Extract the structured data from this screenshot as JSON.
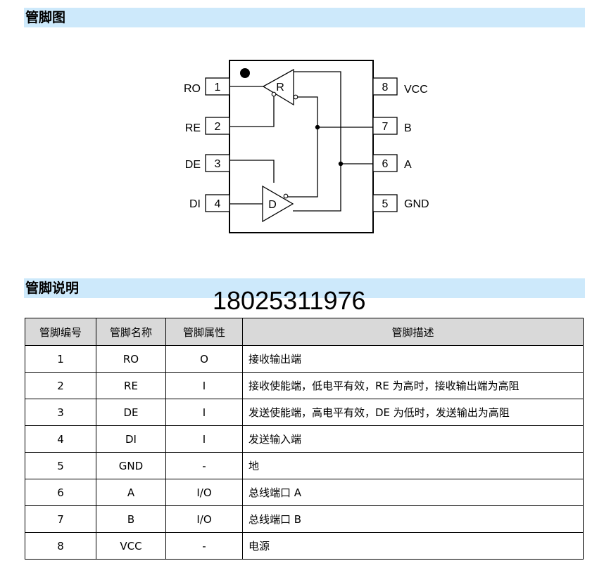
{
  "sections": {
    "pinout_title": "管脚图",
    "description_title": "管脚说明"
  },
  "phone": "18025311976",
  "diagram": {
    "left_pins": [
      {
        "num": "1",
        "name": "RO"
      },
      {
        "num": "2",
        "name": "RE"
      },
      {
        "num": "3",
        "name": "DE"
      },
      {
        "num": "4",
        "name": "DI"
      }
    ],
    "right_pins": [
      {
        "num": "8",
        "name": "VCC"
      },
      {
        "num": "7",
        "name": "B"
      },
      {
        "num": "6",
        "name": "A"
      },
      {
        "num": "5",
        "name": "GND"
      }
    ],
    "receiver_label": "R",
    "driver_label": "D"
  },
  "table": {
    "headers": [
      "管脚编号",
      "管脚名称",
      "管脚属性",
      "管脚描述"
    ],
    "rows": [
      [
        "1",
        "RO",
        "O",
        "接收输出端"
      ],
      [
        "2",
        "RE",
        "I",
        "接收使能端，低电平有效，RE 为高时，接收输出端为高阻"
      ],
      [
        "3",
        "DE",
        "I",
        "发送使能端，高电平有效，DE 为低时，发送输出为高阻"
      ],
      [
        "4",
        "DI",
        "I",
        "发送输入端"
      ],
      [
        "5",
        "GND",
        "-",
        "地"
      ],
      [
        "6",
        "A",
        "I/O",
        "总线端口 A"
      ],
      [
        "7",
        "B",
        "I/O",
        "总线端口 B"
      ],
      [
        "8",
        "VCC",
        "-",
        "电源"
      ]
    ]
  }
}
